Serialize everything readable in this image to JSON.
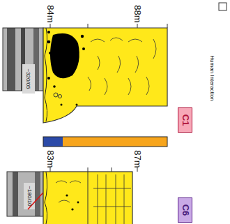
{
  "diagram": {
    "nodes": [
      {
        "text": [
          "C1"
        ]
      },
      {
        "text": [
          "C6"
        ]
      }
    ],
    "labels": [
      "84m",
      "88m",
      "~320/05",
      "Human Interaction",
      "83m",
      "87m",
      "~180/10"
    ]
  }
}
